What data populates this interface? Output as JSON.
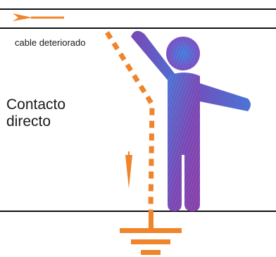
{
  "labels": {
    "cable": "cable deteriorado",
    "contact_line1": "Contacto",
    "contact_line2": "directo"
  },
  "colors": {
    "line": "#111111",
    "current": "#f0842a",
    "figure_blue": "#4a74d6",
    "figure_purple": "#8a3fa8"
  },
  "icons": {
    "current_flow": "dashed-arrow",
    "ground": "ground-symbol",
    "person": "person-figure"
  }
}
